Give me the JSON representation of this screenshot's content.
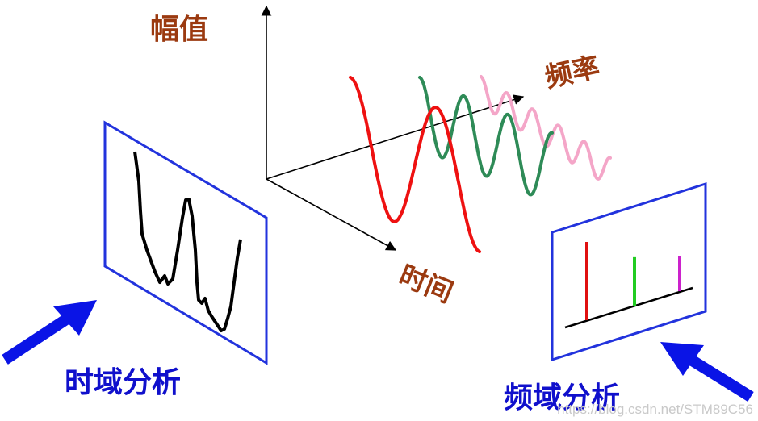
{
  "labels": {
    "amplitude": "幅值",
    "frequency": "频率",
    "time": "时间",
    "time_domain_analysis": "时域分析",
    "frequency_domain_analysis": "频域分析"
  },
  "watermark": "https://blog.csdn.net/STM89C56",
  "colors": {
    "label_brown": "#9b3a10",
    "title_blue": "#1010cc",
    "panel_border": "#2233dd",
    "arrow_blue": "#0a14e6",
    "wave_red": "#ee1111",
    "wave_green": "#2e8b57",
    "wave_pink": "#f4a6c8",
    "time_signal": "#000000"
  },
  "spectrum_lines": [
    {
      "color": "#e01010",
      "level": 1.0
    },
    {
      "color": "#22cc22",
      "level": 0.62
    },
    {
      "color": "#cc22cc",
      "level": 0.45
    }
  ],
  "icons": [
    "arrow-left-icon",
    "arrow-right-icon"
  ]
}
